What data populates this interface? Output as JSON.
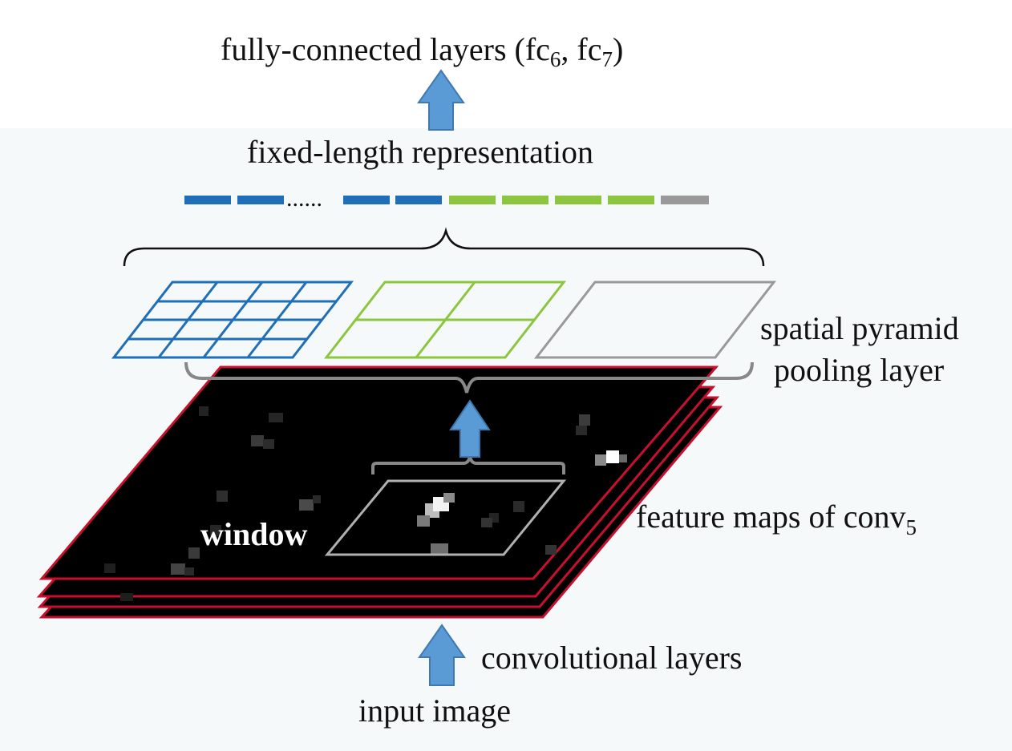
{
  "labels": {
    "fc_main": "fully-connected layers (fc",
    "fc_sub_6": "6",
    "fc_sep": ", fc",
    "fc_sub_7": "7",
    "fc_close": ")",
    "fixed_length": "fixed-length representation",
    "dots": "......",
    "spp_line1": "spatial pyramid",
    "spp_line2": "pooling layer",
    "feature_main": "feature maps of conv",
    "feature_sub": "5",
    "window": "window",
    "conv_layers": "convolutional layers",
    "input_image": "input image"
  },
  "colors": {
    "blue_grid": "#1f6fb8",
    "green_grid": "#8cc63e",
    "gray_grid": "#999999",
    "arrow_fill": "#5b9bd5",
    "arrow_stroke": "#3f79b0",
    "map_border": "#c8102e",
    "map_fill": "#000000",
    "brace": "#888888",
    "text": "#111111"
  }
}
